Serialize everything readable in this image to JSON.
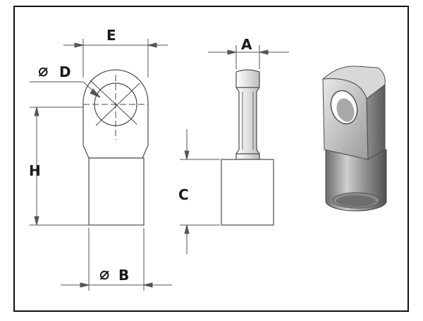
{
  "labels": {
    "e": "E",
    "d": "D",
    "h": "H",
    "b": "B",
    "a": "A",
    "c": "C",
    "diameter_symbol": "⌀"
  },
  "colors": {
    "frame": "#111111",
    "outline": "#4a4a4a",
    "dim_line": "#555555",
    "part_fill": "#ffffff"
  }
}
